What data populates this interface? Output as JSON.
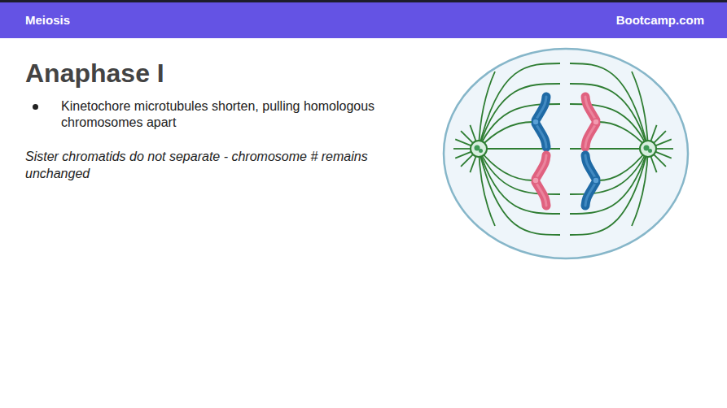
{
  "diagram": {
    "title": "Anaphase I",
    "labels": [
      "Meiosis",
      "Bootcamp.com",
      "Kinetochore microtubules shorten, pulling homologous chromosomes apart",
      "Sister chromatids do not separate - chromosome # remains unchanged"
    ]
  }
}
